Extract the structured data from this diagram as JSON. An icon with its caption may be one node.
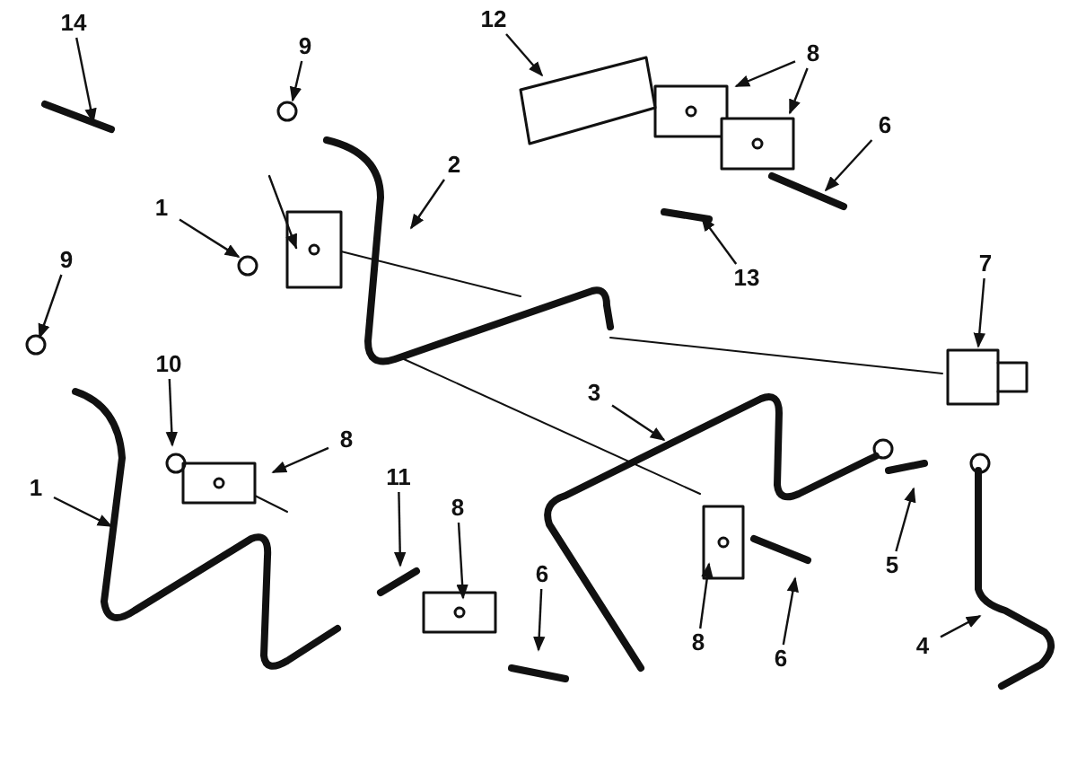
{
  "diagram": {
    "nodes": [
      {
        "text": [
          "14"
        ]
      },
      {
        "text": [
          "9"
        ]
      },
      {
        "text": [
          "12"
        ]
      },
      {
        "text": [
          "8"
        ]
      },
      {
        "text": [
          "6"
        ]
      },
      {
        "text": [
          "2"
        ]
      },
      {
        "text": [
          "1"
        ]
      },
      {
        "text": [
          "7"
        ]
      },
      {
        "text": [
          "13"
        ]
      },
      {
        "text": [
          "9"
        ]
      },
      {
        "text": [
          "10"
        ]
      },
      {
        "text": [
          "8"
        ]
      },
      {
        "text": [
          "3"
        ]
      },
      {
        "text": [
          "1"
        ]
      },
      {
        "text": [
          "11"
        ]
      },
      {
        "text": [
          "8"
        ]
      },
      {
        "text": [
          "6"
        ]
      },
      {
        "text": [
          "8"
        ]
      },
      {
        "text": [
          "6"
        ]
      },
      {
        "text": [
          "5"
        ]
      },
      {
        "text": [
          "4"
        ]
      }
    ],
    "edges": [
      {
        "from": 0,
        "to": null,
        "arrow": "to"
      },
      {
        "from": 1,
        "to": null,
        "arrow": "to"
      },
      {
        "from": 2,
        "to": null,
        "arrow": "to"
      },
      {
        "from": 3,
        "to": null,
        "arrow": "to"
      },
      {
        "from": 3,
        "to": null,
        "arrow": "to"
      },
      {
        "from": 4,
        "to": null,
        "arrow": "to"
      },
      {
        "from": 5,
        "to": null,
        "arrow": "to"
      },
      {
        "from": 6,
        "to": null,
        "arrow": "to"
      },
      {
        "from": 7,
        "to": null,
        "arrow": "to"
      },
      {
        "from": 8,
        "to": null,
        "arrow": "to"
      },
      {
        "from": 9,
        "to": null,
        "arrow": "to"
      },
      {
        "from": 10,
        "to": null,
        "arrow": "to"
      },
      {
        "from": 11,
        "to": null,
        "arrow": "to"
      },
      {
        "from": 12,
        "to": null,
        "arrow": "to"
      },
      {
        "from": 13,
        "to": null,
        "arrow": "to"
      },
      {
        "from": 14,
        "to": null,
        "arrow": "to"
      },
      {
        "from": 15,
        "to": null,
        "arrow": "to"
      },
      {
        "from": 16,
        "to": null,
        "arrow": "to"
      },
      {
        "from": 17,
        "to": null,
        "arrow": "to"
      },
      {
        "from": 18,
        "to": null,
        "arrow": "to"
      },
      {
        "from": 19,
        "to": null,
        "arrow": "to"
      },
      {
        "from": 20,
        "to": null,
        "arrow": "to"
      }
    ]
  }
}
